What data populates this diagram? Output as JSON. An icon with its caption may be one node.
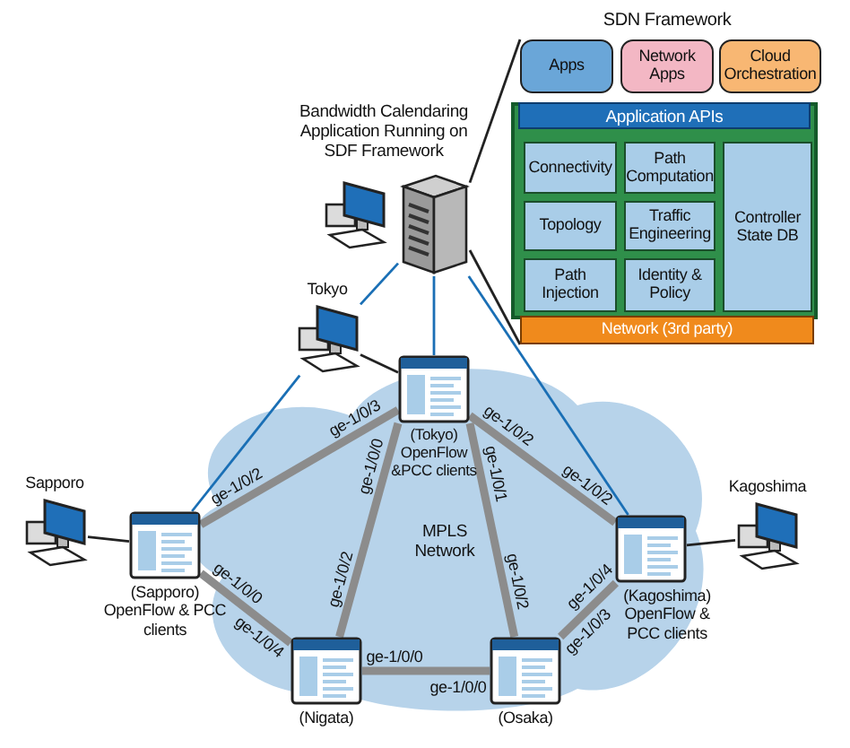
{
  "diagram": {
    "nodes": [
      {
        "text": [
          "Apps"
        ]
      },
      {
        "text": [
          "Network Apps"
        ]
      },
      {
        "text": [
          "Cloud Orchestration"
        ]
      },
      {
        "text": [
          "Application APIs"
        ]
      },
      {
        "text": [
          "Connectivity"
        ],
        "in": 3
      },
      {
        "text": [
          "Path Computation"
        ],
        "in": 3
      },
      {
        "text": [
          "Topology"
        ],
        "in": 3
      },
      {
        "text": [
          "Traffic Engineering"
        ],
        "in": 3
      },
      {
        "text": [
          "Path Injection"
        ],
        "in": 3
      },
      {
        "text": [
          "Identity & Policy"
        ],
        "in": 3
      },
      {
        "text": [
          "Controller State DB"
        ],
        "in": 3
      },
      {
        "text": [
          "Network (3rd party)"
        ]
      },
      {
        "text": [
          "Bandwidth Calendaring Application Running on SDF Framework"
        ]
      },
      {
        "text": [
          "Tokyo"
        ]
      },
      {
        "text": [
          "Sapporo"
        ]
      },
      {
        "text": [
          "(Tokyo) OpenFlow &PCC clients"
        ]
      },
      {
        "text": [
          "(Sapporo) OpenFlow & PCC clients"
        ]
      },
      {
        "text": [
          "Kagoshima"
        ]
      },
      {
        "text": [
          "(Kagoshima) OpenFlow & PCC clients"
        ]
      },
      {
        "text": [
          "(Nigata)"
        ]
      },
      {
        "text": [
          "(Osaka)"
        ]
      }
    ],
    "edges": [
      {
        "from": 12,
        "to": 0,
        "arrow": "none",
        "color": "#222222"
      },
      {
        "from": 12,
        "to": 11,
        "arrow": "none",
        "color": "#222222"
      },
      {
        "from": 12,
        "to": 13,
        "arrow": "none",
        "color": "#1a6fb5"
      },
      {
        "from": 12,
        "to": 15,
        "arrow": "none",
        "color": "#1a6fb5"
      },
      {
        "from": 12,
        "to": 18,
        "arrow": "none",
        "color": "#1a6fb5"
      },
      {
        "from": 16,
        "to": 13,
        "arrow": "none",
        "color": "#1a6fb5"
      },
      {
        "from": 13,
        "to": 15,
        "arrow": "none",
        "color": "#222222"
      },
      {
        "from": 14,
        "to": 16,
        "arrow": "none",
        "color": "#222222"
      },
      {
        "from": 18,
        "to": 17,
        "arrow": "none",
        "color": "#222222"
      },
      {
        "from": 16,
        "to": 15,
        "arrow": "none",
        "style": "thick"
      },
      {
        "from": 16,
        "to": 19,
        "arrow": "none",
        "style": "thick"
      },
      {
        "from": 15,
        "to": 19,
        "arrow": "none",
        "style": "thick"
      },
      {
        "from": 15,
        "to": 20,
        "arrow": "none",
        "style": "thick"
      },
      {
        "from": 15,
        "to": 18,
        "arrow": "none",
        "style": "thick"
      },
      {
        "from": 19,
        "to": 20,
        "arrow": "none",
        "style": "thick"
      },
      {
        "from": 20,
        "to": 18,
        "arrow": "none",
        "style": "thick"
      }
    ],
    "labels": [
      "SDN Framework",
      "MPLS Network",
      "ge-1/0/3",
      "ge-1/0/2",
      "ge-1/0/1",
      "ge-1/0/0",
      "ge-1/0/2",
      "ge-1/0/2",
      "ge-1/0/0",
      "ge-1/0/2",
      "ge-1/0/2",
      "ge-1/0/4",
      "ge-1/0/4",
      "ge-1/0/3",
      "ge-1/0/0",
      "ge-1/0/0"
    ]
  }
}
